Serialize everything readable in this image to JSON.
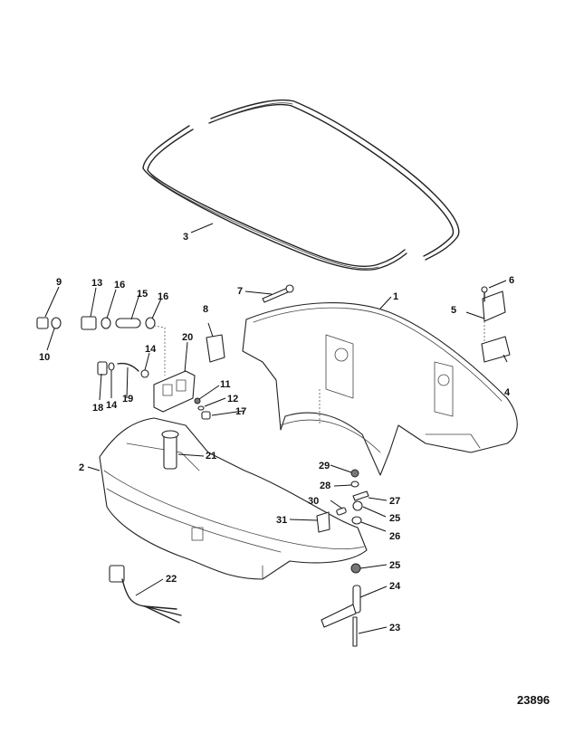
{
  "diagram": {
    "figure_number": "23896",
    "callouts": {
      "c1": "1",
      "c2": "2",
      "c3": "3",
      "c4": "4",
      "c5": "5",
      "c6": "6",
      "c7": "7",
      "c8": "8",
      "c9": "9",
      "c10": "10",
      "c11": "11",
      "c12": "12",
      "c13": "13",
      "c14a": "14",
      "c14b": "14",
      "c15": "15",
      "c16a": "16",
      "c16b": "16",
      "c17": "17",
      "c18": "18",
      "c19": "19",
      "c20": "20",
      "c21": "21",
      "c22": "22",
      "c23": "23",
      "c24": "24",
      "c25a": "25",
      "c25b": "25",
      "c26": "26",
      "c27": "27",
      "c28": "28",
      "c29": "29",
      "c30": "30",
      "c31": "31"
    }
  }
}
